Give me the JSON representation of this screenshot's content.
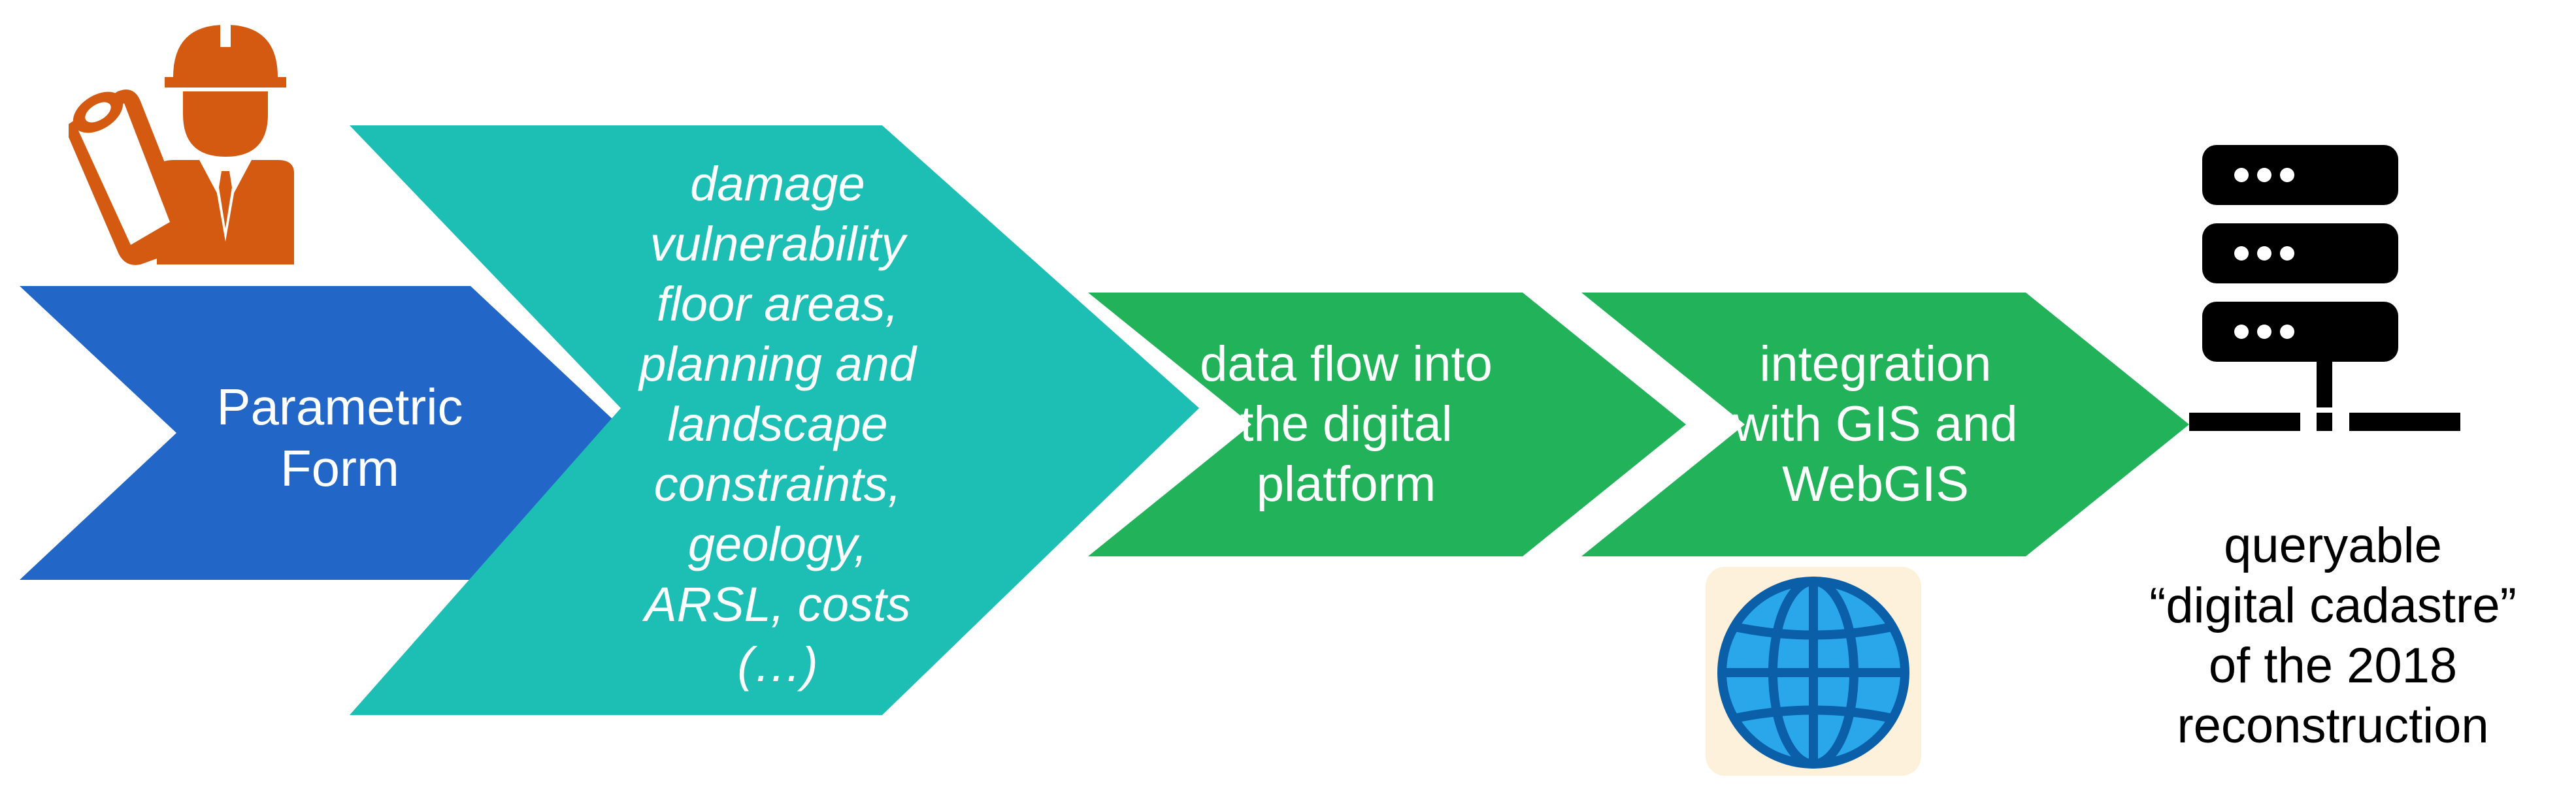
{
  "colors": {
    "parametric_form": "#2266c8",
    "inputs": "#1dbfb5",
    "data_flow": "#22b35a",
    "integration": "#22b35a",
    "engineer_icon": "#d45a12",
    "server_icon": "#000000",
    "globe_icon": "#2aa7ea"
  },
  "icons": {
    "engineer": "engineer-with-blueprint-icon",
    "globe": "globe-icon",
    "server": "server-rack-icon"
  },
  "steps": [
    {
      "lines": [
        "Parametric",
        "Form"
      ]
    },
    {
      "lines": [
        "damage",
        "vulnerability",
        "floor areas,",
        "planning and",
        "landscape",
        "constraints,",
        "geology,",
        "ARSL, costs",
        "(…)"
      ]
    },
    {
      "lines": [
        "data flow into",
        "the digital",
        "platform"
      ]
    },
    {
      "lines": [
        "integration",
        "with GIS and",
        "WebGIS"
      ]
    }
  ],
  "output": {
    "lines": [
      "queryable",
      "“digital cadastre”",
      "of the 2018",
      "reconstruction"
    ]
  }
}
